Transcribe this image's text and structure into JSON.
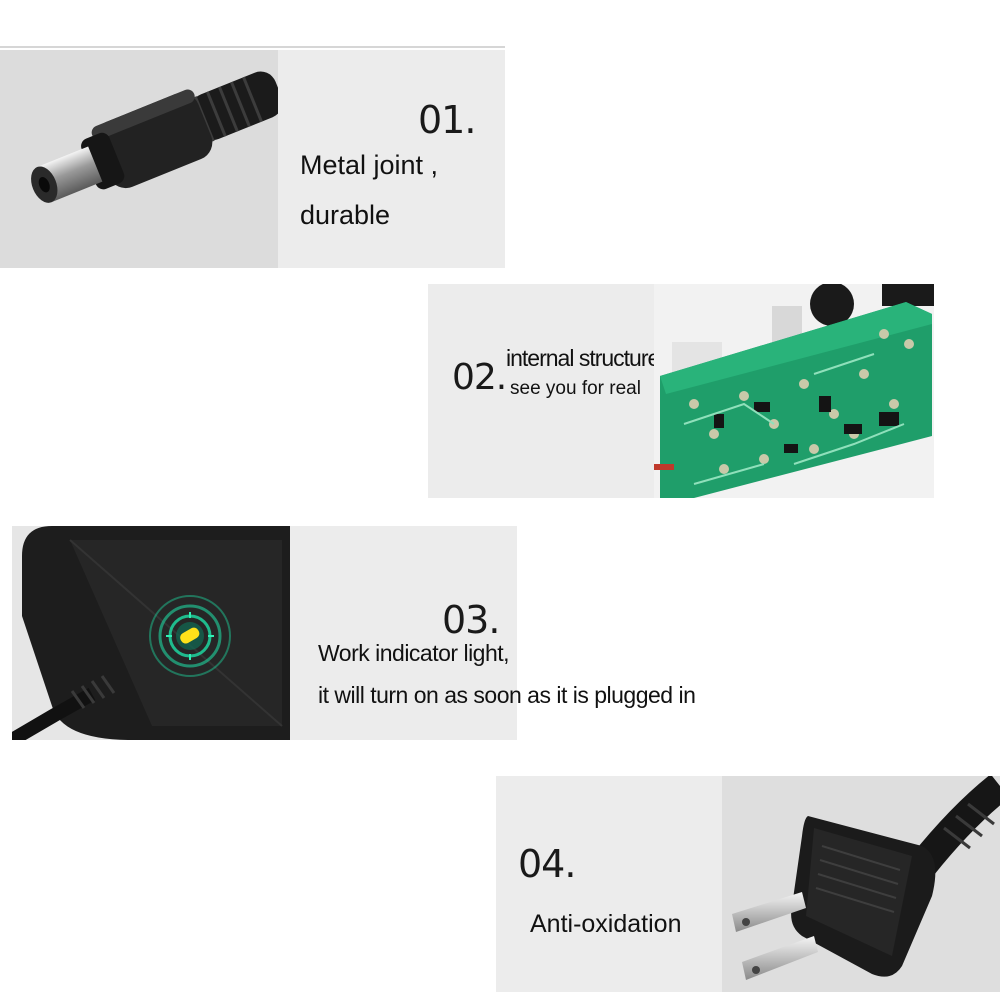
{
  "features": [
    {
      "number": "01.",
      "lines": [
        "Metal joint ,",
        "durable"
      ],
      "icon": "dc-barrel-plug-icon"
    },
    {
      "number": "02.",
      "lines": [
        "internal structure",
        "see you for real"
      ],
      "icon": "circuit-board-icon"
    },
    {
      "number": "03.",
      "lines": [
        "Work indicator light,",
        "it will turn on as soon as it is plugged in"
      ],
      "icon": "adapter-indicator-light-icon"
    },
    {
      "number": "04.",
      "lines": [
        "Anti-oxidation"
      ],
      "icon": "us-wall-plug-icon"
    }
  ],
  "colors": {
    "panel": "#ececec",
    "pcb": "#1f9e6a",
    "indicator": "#ffe11a",
    "indicator_glow": "#1fd6a0"
  }
}
